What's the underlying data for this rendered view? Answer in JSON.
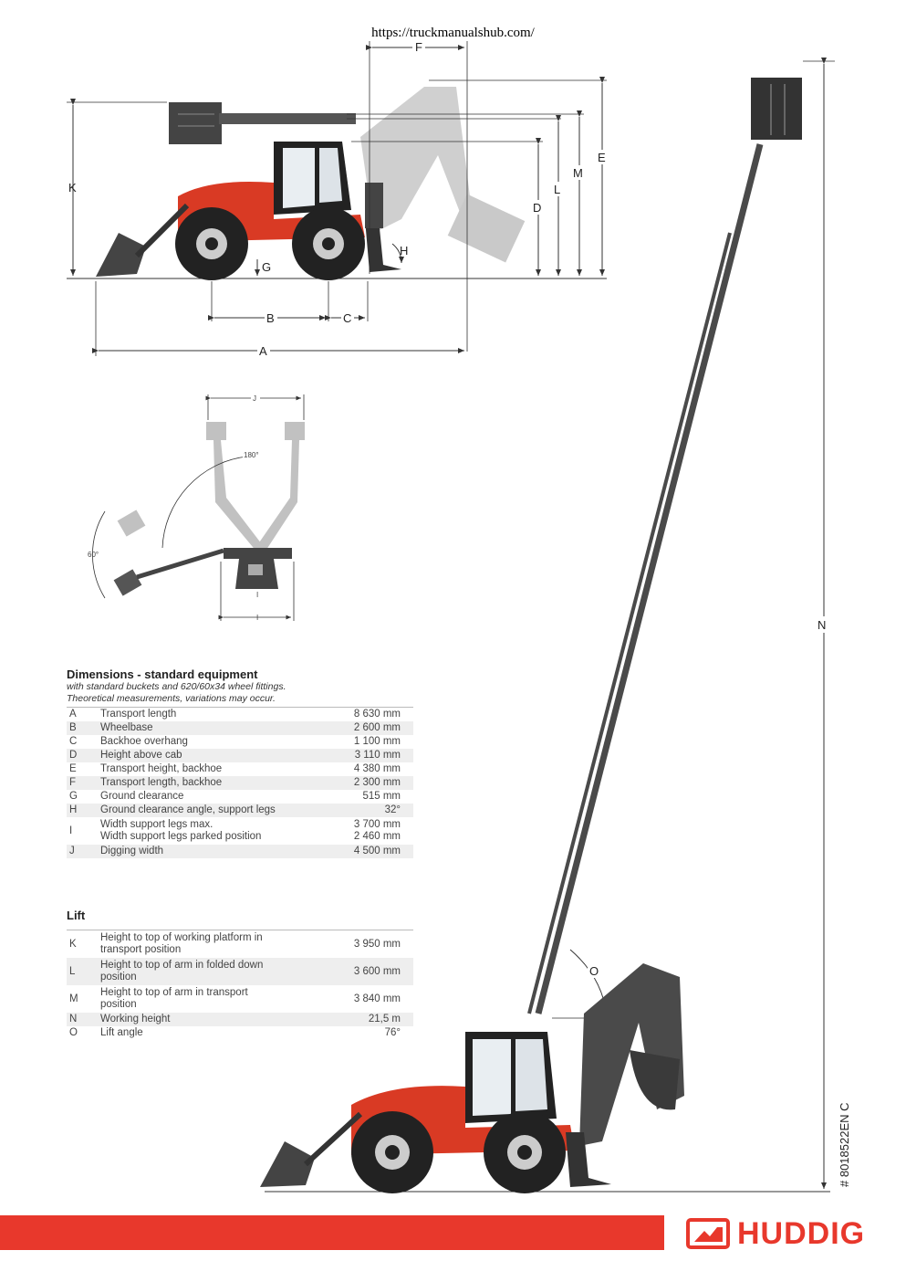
{
  "source_url": "https://truckmanualshub.com/",
  "diagram_labels": {
    "A": "A",
    "B": "B",
    "C": "C",
    "D": "D",
    "E": "E",
    "F": "F",
    "G": "G",
    "H": "H",
    "I": "I",
    "J": "J",
    "K": "K",
    "L": "L",
    "M": "M",
    "N": "N",
    "O": "O",
    "angle_180": "180°",
    "angle_60": "60°"
  },
  "dimensions": {
    "title": "Dimensions - standard equipment",
    "subtitle_1": "with standard buckets and 620/60x34 wheel fittings.",
    "subtitle_2": "Theoretical measurements, variations may occur.",
    "rows": [
      {
        "key": "A",
        "label": "Transport length",
        "value": "8 630 mm"
      },
      {
        "key": "B",
        "label": "Wheelbase",
        "value": "2 600 mm"
      },
      {
        "key": "C",
        "label": "Backhoe overhang",
        "value": "1 100 mm"
      },
      {
        "key": "D",
        "label": "Height above cab",
        "value": "3 110 mm"
      },
      {
        "key": "E",
        "label": "Transport height, backhoe",
        "value": "4 380 mm"
      },
      {
        "key": "F",
        "label": "Transport length, backhoe",
        "value": "2 300 mm"
      },
      {
        "key": "G",
        "label": "Ground clearance",
        "value": "515 mm"
      },
      {
        "key": "H",
        "label": "Ground clearance angle, support legs",
        "value": "32°"
      },
      {
        "key": "I",
        "label": "Width support legs max.\nWidth support legs parked position",
        "value": "3 700 mm\n2 460 mm"
      },
      {
        "key": "J",
        "label": "Digging width",
        "value": "4 500 mm"
      }
    ]
  },
  "lift": {
    "title": "Lift",
    "rows": [
      {
        "key": "K",
        "label": "Height to top of working platform in\ntransport position",
        "value": "3 950 mm"
      },
      {
        "key": "L",
        "label": "Height to top of arm in folded down\nposition",
        "value": "3 600 mm"
      },
      {
        "key": "M",
        "label": "Height to top of arm in transport\nposition",
        "value": "3 840 mm"
      },
      {
        "key": "N",
        "label": "Working height",
        "value": "21,5 m"
      },
      {
        "key": "O",
        "label": "Lift angle",
        "value": "76°"
      }
    ]
  },
  "doc_number": "# 8018522EN C",
  "brand": "HUDDIG",
  "colors": {
    "brand_red": "#e8382c",
    "machine_red": "#d93a24",
    "boom_grey": "#4a4a4a"
  }
}
